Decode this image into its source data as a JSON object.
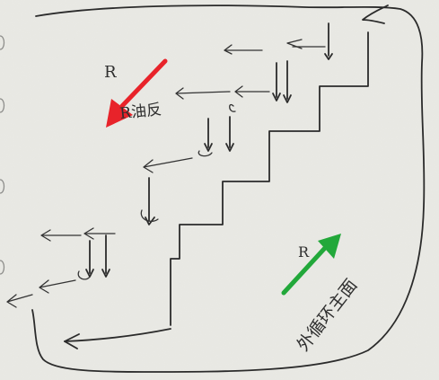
{
  "labels": {
    "left": "R油反",
    "left_r": "R",
    "right": "外循环主面",
    "right_r": "R"
  },
  "colors": {
    "paper": "#e9e9e4",
    "ink": "#2b2b2b",
    "left_arrow": "#e8232a",
    "right_arrow": "#22a83a"
  }
}
